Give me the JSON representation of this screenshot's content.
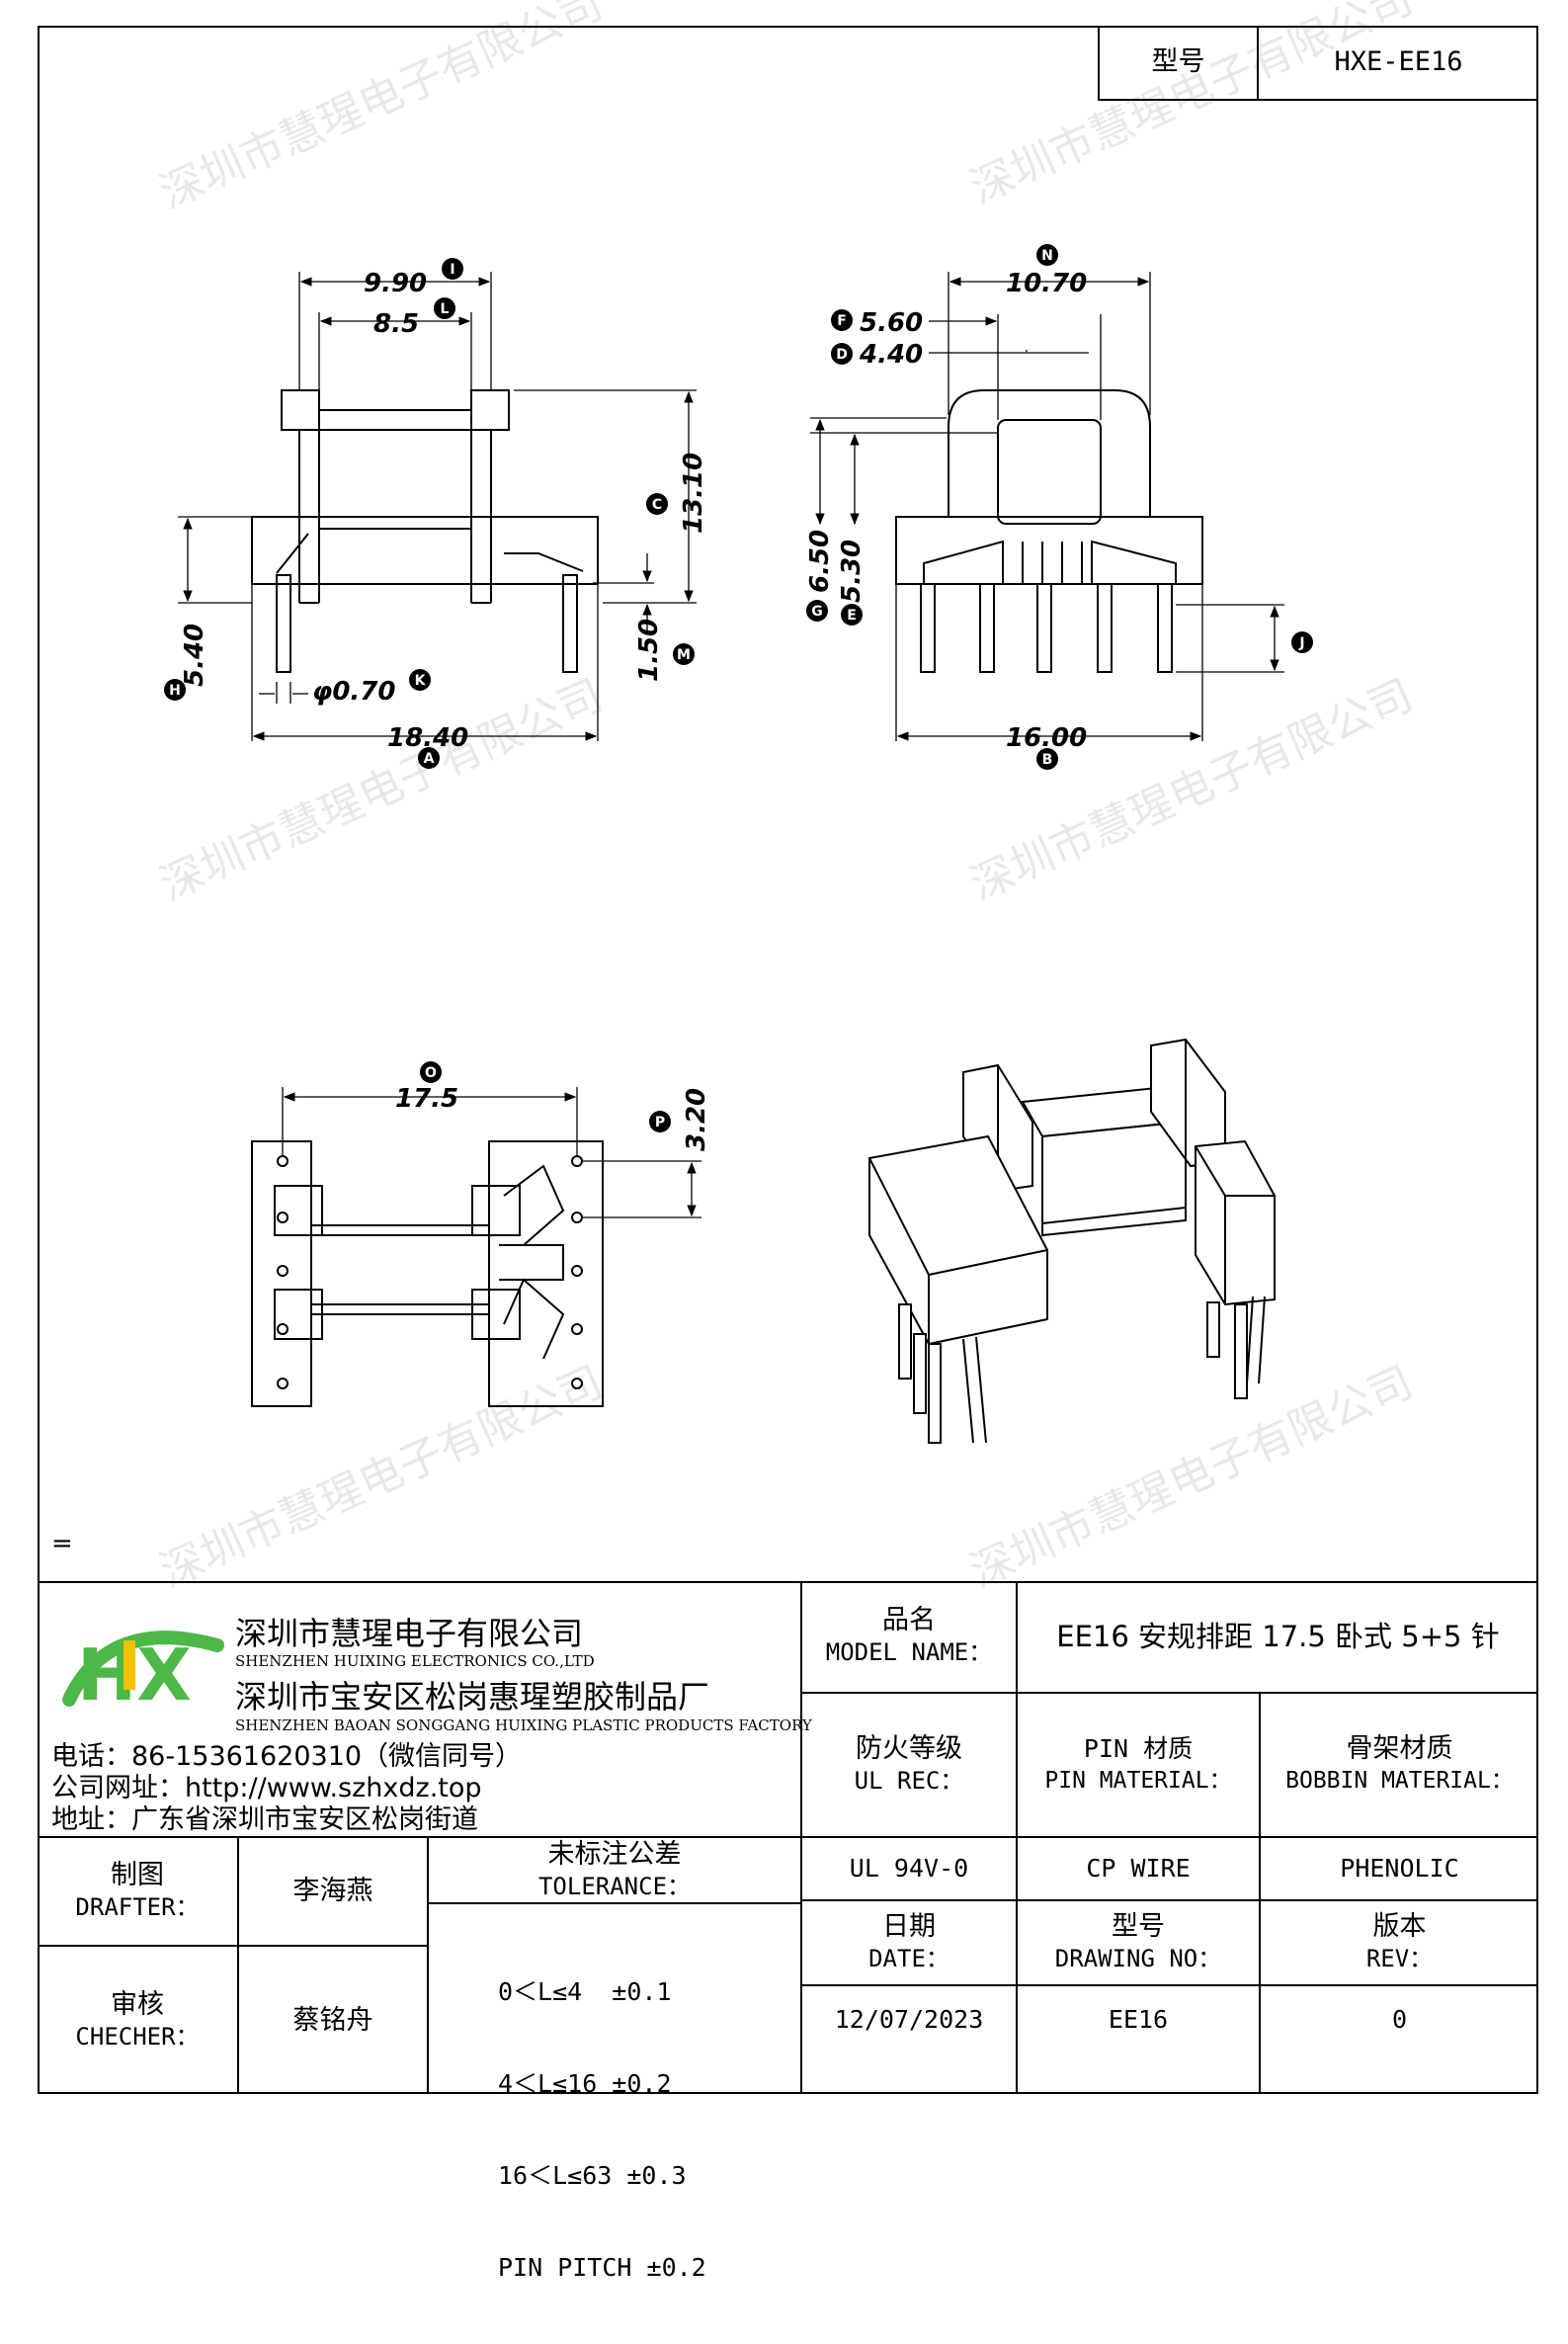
{
  "header": {
    "model_label": "型号",
    "model_value": "HXE-EE16"
  },
  "dimensions": {
    "d990": "9.90",
    "d85": "8.5",
    "d1310": "13.10",
    "d150": "1.50",
    "d540": "5.40",
    "d070": "φ0.70",
    "d1840": "18.40",
    "d1070": "10.70",
    "d560": "5.60",
    "d440": "4.40",
    "d650": "6.50",
    "d530": "5.30",
    "d1600": "16.00",
    "d175": "17.5",
    "d320": "3.20"
  },
  "markers": {
    "I": "I",
    "L": "L",
    "C": "C",
    "M": "M",
    "H": "H",
    "K": "K",
    "A": "A",
    "N": "N",
    "F": "F",
    "D": "D",
    "G": "G",
    "E": "E",
    "J": "J",
    "B": "B",
    "O": "O",
    "P": "P"
  },
  "stray_mark": "=",
  "watermark": "深圳市慧瑆电子有限公司",
  "company": {
    "logo_letters": "HX",
    "name_cn": "深圳市慧瑆电子有限公司",
    "name_en": "SHENZHEN HUIXING ELECTRONICS CO.,LTD",
    "factory_cn": "深圳市宝安区松岗惠瑆塑胶制品厂",
    "factory_en": "SHENZHEN BAOAN SONGGANG HUIXING PLASTIC PRODUCTS FACTORY",
    "phone": "电话：86-15361620310（微信同号）",
    "website": "公司网址：http://www.szhxdz.top",
    "address": "地址：广东省深圳市宝安区松岗街道"
  },
  "title_block": {
    "model_name_cn": "品名",
    "model_name_en": "MODEL NAME：",
    "model_name_value": "EE16 安规排距 17.5 卧式 5+5 针",
    "ul_cn": "防火等级",
    "ul_en": "UL REC：",
    "pin_cn": "PIN 材质",
    "pin_en": "PIN MATERIAL：",
    "bobbin_cn": "骨架材质",
    "bobbin_en": "BOBBIN MATERIAL：",
    "ul_value": "UL 94V-0",
    "pin_value": "CP WIRE",
    "bobbin_value": "PHENOLIC",
    "drafter_cn": "制图",
    "drafter_en": "DRAFTER：",
    "drafter_name": "李海燕",
    "checker_cn": "审核",
    "checker_en": "CHECHER：",
    "checker_name": "蔡铭舟",
    "tolerance_cn": "未标注公差",
    "tolerance_en": "TOLERANCE：",
    "tolerance_lines": [
      "0＜L≤4  ±0.1",
      "4＜L≤16 ±0.2",
      "16＜L≤63 ±0.3",
      "PIN PITCH ±0.2"
    ],
    "date_cn": "日期",
    "date_en": "DATE：",
    "dwg_cn": "型号",
    "dwg_en": "DRAWING NO：",
    "rev_cn": "版本",
    "rev_en": "REV：",
    "date_value": "12/07/2023",
    "dwg_value": "EE16",
    "rev_value": "0"
  },
  "colors": {
    "logo_green": "#4cb848",
    "logo_yellow": "#f2c200",
    "line": "#000000"
  }
}
